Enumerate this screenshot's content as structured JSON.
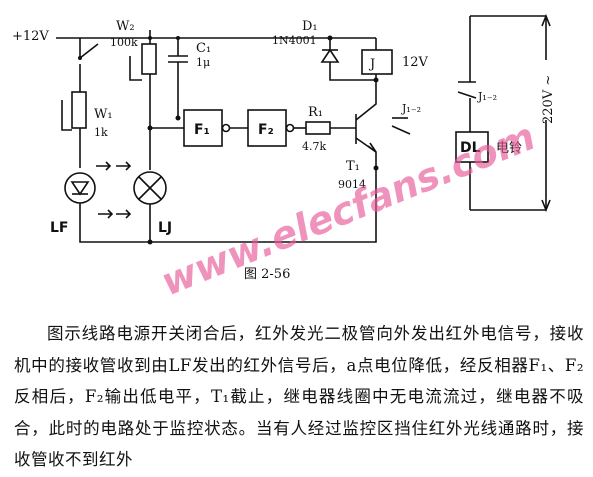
{
  "schematic": {
    "vcc": "+12V",
    "w2": "W₂",
    "w2_val": "100k",
    "c1": "C₁",
    "c1_val": "1μ",
    "d1": "D₁",
    "d1_val": "1N4001",
    "relay": "J",
    "relay_v": "12V",
    "j12": "J₁₋₂",
    "j12b": "J₁₋₂",
    "w1": "W₁",
    "w1_val": "1k",
    "f1": "F₁",
    "f2": "F₂",
    "r1": "R₁",
    "r1_val": "4.7k",
    "t1": "T₁",
    "t1_val": "9014",
    "lf": "LF",
    "lj": "LJ",
    "dl": "DL",
    "bell": "电铃",
    "ac": "220V ~",
    "watermark": "www.elecfans.com",
    "figure": "图 2-56"
  },
  "body": {
    "paragraph": "图示线路电源开关闭合后，红外发光二极管向外发出红外电信号，接收机中的接收管收到由LF发出的红外信号后，a点电位降低，经反相器F₁、F₂反相后，F₂输出低电平，T₁截止，继电器线圈中无电流流过，继电器不吸合，此时的电路处于监控状态。当有人经过监控区挡住红外光线通路时，接收管收不到红外"
  }
}
